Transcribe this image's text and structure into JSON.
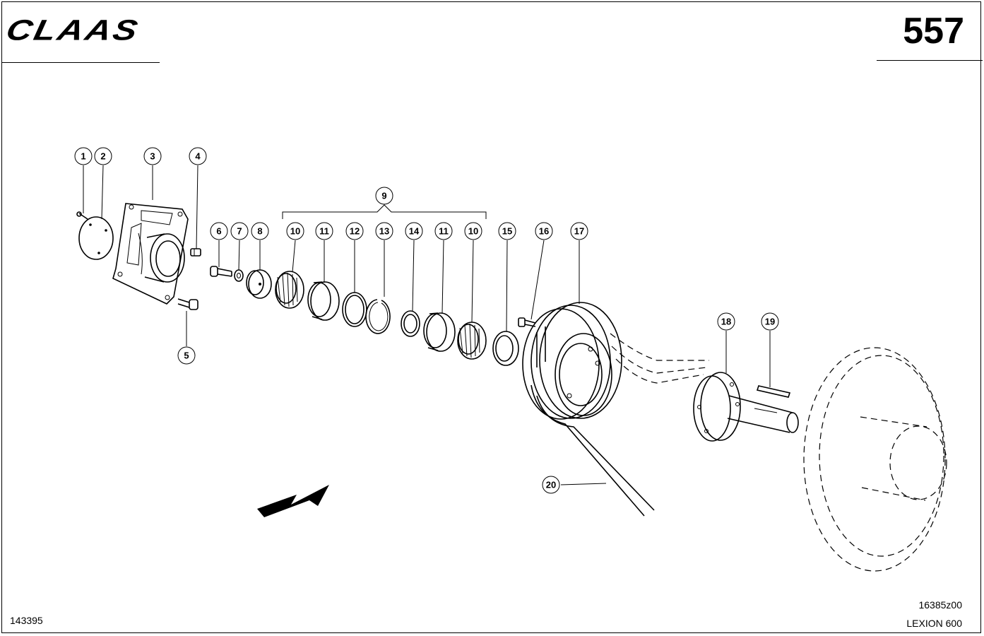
{
  "header": {
    "brand": "CLAAS",
    "page_number": "557"
  },
  "footer": {
    "left_code": "143395",
    "drawing_code": "16385z00",
    "model": "LEXION 600"
  },
  "callouts": [
    "1",
    "2",
    "3",
    "4",
    "5",
    "6",
    "7",
    "8",
    "9",
    "10",
    "11",
    "12",
    "13",
    "14",
    "11",
    "10",
    "15",
    "16",
    "17",
    "18",
    "19",
    "20"
  ]
}
